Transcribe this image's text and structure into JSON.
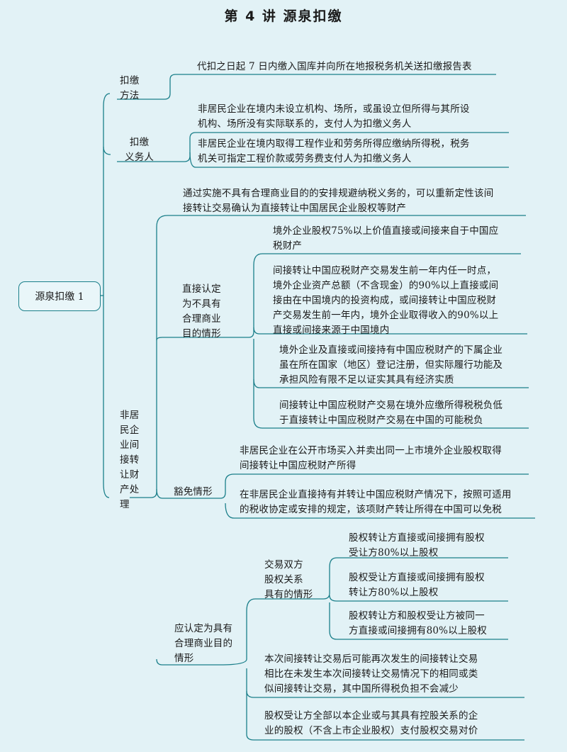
{
  "title": "第 4 讲    源泉扣缴",
  "root": "源泉扣缴 1",
  "branches": {
    "method": {
      "label": "扣缴\n方法",
      "items": [
        "代扣之日起 7 日内缴入国库并向所在地报税务机关送扣缴报告表"
      ]
    },
    "agent": {
      "label": "扣缴\n义务人",
      "items": [
        "非居民企业在境内未设立机构、场所，或虽设立但所得与其所设\n机构、场所没有实际联系的，支付人为扣缴义务人",
        "非居民企业在境内取得工程作业和劳务所得应缴纳所得税，税务\n机关可指定工程价款或劳务费支付人为扣缴义务人"
      ]
    },
    "transfer": {
      "label": "非居\n民企\n业间\n接转\n让财\n产处\n理",
      "intro": "通过实施不具有合理商业目的的安排规避纳税义务的，可以重新定性该间\n接转让交易确认为直接转让中国居民企业股权等财产",
      "direct": {
        "label": "直接认定\n为不具有\n合理商业\n目的情形",
        "items": [
          "境外企业股权75%以上价值直接或间接来自于中国应\n税财产",
          "间接转让中国应税财产交易发生前一年内任一时点，\n境外企业资产总额（不含现金）的90%以上直接或间\n接由在中国境内的投资构成，或间接转让中国应税财\n产交易发生前一年内，境外企业取得收入的90%以上\n直接或间接来源于中国境内",
          "境外企业及直接或间接持有中国应税财产的下属企业\n虽在所在国家（地区）登记注册，但实际履行功能及\n承担风险有限不足以证实其具有经济实质",
          "间接转让中国应税财产交易在境外应缴所得税税负低\n于直接转让中国应税财产交易在中国的可能税负"
        ]
      },
      "exempt": {
        "label": "豁免情形",
        "items": [
          "非居民企业在公开市场买入并卖出同一上市境外企业股权取得\n间接转让中国应税财产所得",
          "在非居民企业直接持有并转让中国应税财产情况下，按照可适用\n的税收协定或安排的规定，该项财产转让所得在中国可以免税"
        ]
      },
      "reasonable": {
        "label": "应认定为具有\n合理商业目的\n情形",
        "equity": {
          "label": "交易双方\n股权关系\n具有的情形",
          "items": [
            "股权转让方直接或间接拥有股权\n受让方80%以上股权",
            "股权受让方直接或间接拥有股权\n转让方80%以上股权",
            "股权转让方和股权受让方被同一\n方直接或间接拥有80%以上股权"
          ]
        },
        "items": [
          "本次间接转让交易后可能再次发生的间接转让交易\n相比在未发生本次间接转让交易情况下的相同或类\n似间接转让交易，其中国所得税负担不会减少",
          "股权受让方全部以本企业或与其具有控股关系的企\n业的股权（不含上市企业股权）支付股权交易对价"
        ]
      }
    }
  },
  "colors": {
    "line": "#1b7f8a",
    "background": "#e2f2f6",
    "text": "#1a1a1a"
  }
}
